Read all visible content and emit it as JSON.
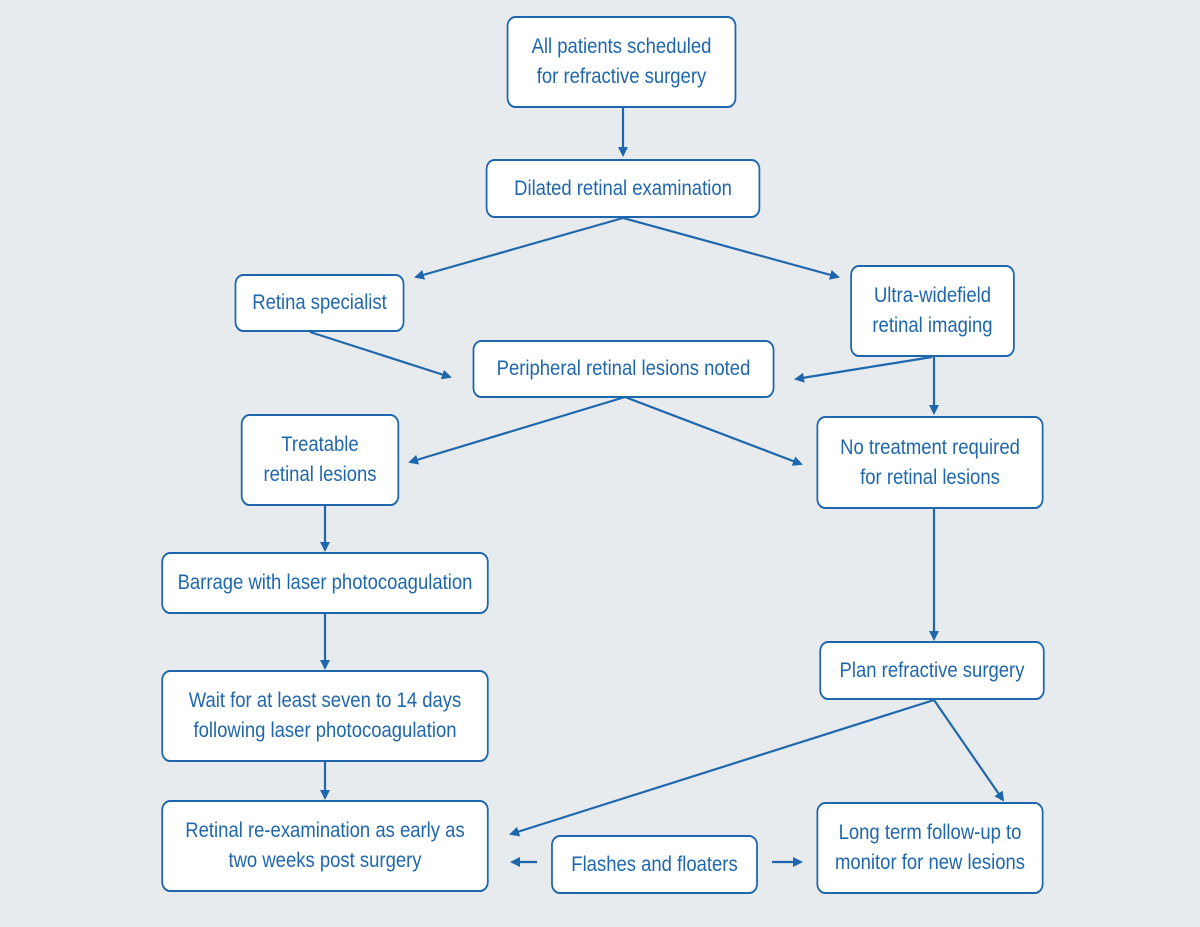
{
  "nodes": {
    "all_patients": {
      "lines": [
        "All patients scheduled",
        "for refractive surgery"
      ]
    },
    "dilated": {
      "lines": [
        "Dilated retinal examination"
      ]
    },
    "specialist": {
      "lines": [
        "Retina specialist"
      ]
    },
    "ultra": {
      "lines": [
        "Ultra-widefield",
        "retinal imaging"
      ]
    },
    "peripheral": {
      "lines": [
        "Peripheral retinal lesions noted"
      ]
    },
    "treatable": {
      "lines": [
        "Treatable",
        "retinal lesions"
      ]
    },
    "no_treatment": {
      "lines": [
        "No treatment required",
        "for retinal lesions"
      ]
    },
    "barrage": {
      "lines": [
        "Barrage with laser photocoagulation"
      ]
    },
    "wait": {
      "lines": [
        "Wait for at least seven to 14 days",
        "following laser photocoagulation"
      ]
    },
    "plan": {
      "lines": [
        "Plan refractive surgery"
      ]
    },
    "reexam": {
      "lines": [
        "Retinal re-examination as early as",
        "two weeks post surgery"
      ]
    },
    "flashes": {
      "lines": [
        "Flashes and floaters"
      ]
    },
    "longterm": {
      "lines": [
        "Long term follow-up to",
        "monitor for new lesions"
      ]
    }
  },
  "colors": {
    "line": "#1f67ad",
    "box_border": "#1f67ad",
    "text": "#1f67ad",
    "box_fill": "#ffffff",
    "background": "#e8ebee"
  }
}
